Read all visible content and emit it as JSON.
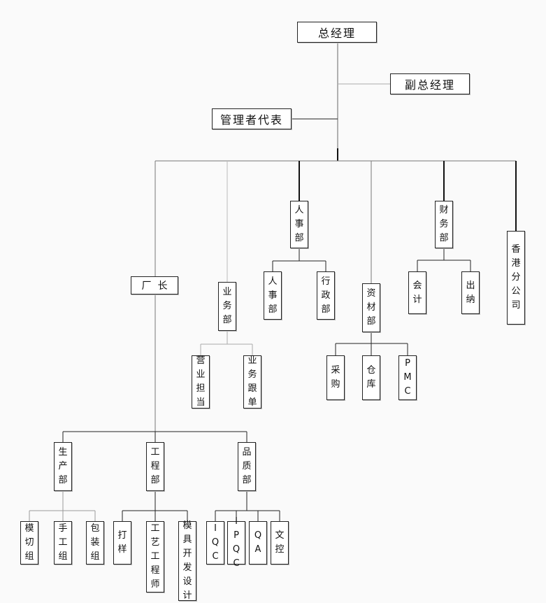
{
  "nodes": {
    "gm": "总经理",
    "vgm": "副总经理",
    "mgmt_rep": "管理者代表",
    "factory_mgr": "厂  长",
    "sales": "业务部",
    "hr_dept": "人事部",
    "materials": "资材部",
    "finance": "财务部",
    "hk_branch": "香港分公司",
    "hr": "人事部",
    "admin": "行政部",
    "accounting": "会计",
    "cashier": "出纳",
    "sales_rep": "营业担当",
    "sales_follow": "业务跟单",
    "purchasing": "采购",
    "warehouse": "仓库",
    "pmc": "PMC",
    "production": "生产部",
    "engineering": "工程部",
    "quality": "品质部",
    "die_cut": "模切组",
    "manual": "手工组",
    "packing": "包装组",
    "proofing": "打样",
    "process_eng": "工艺工程师",
    "mold_design": "模具开发设计",
    "iqc": "IQC",
    "ipqc": "IPQC",
    "qa": "QA",
    "doc_control": "文控"
  },
  "colors": {
    "line": "#222222",
    "light_line": "#aaaaaa",
    "box_border": "#222222"
  }
}
